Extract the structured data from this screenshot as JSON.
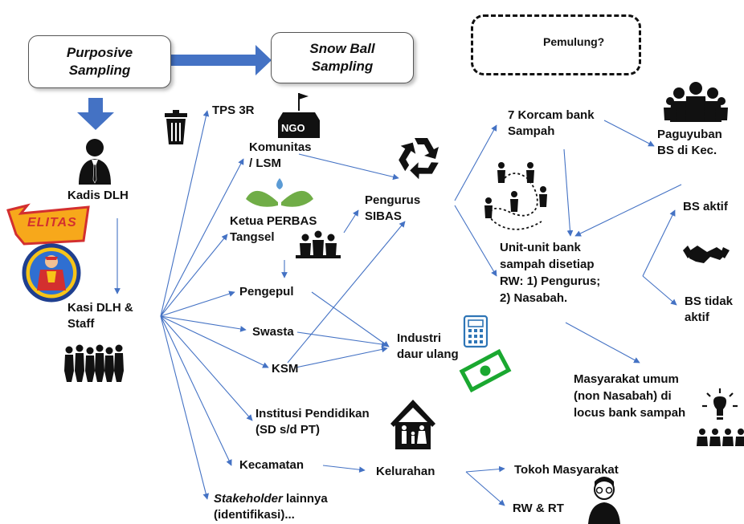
{
  "boxes": {
    "purposive": "Purposive\nSampling",
    "snowball": "Snow Ball\nSampling",
    "pemulung": "Pemulung?"
  },
  "nodes": {
    "kadis": "Kadis DLH",
    "kasi": "Kasi DLH &\nStaff",
    "tps3r": "TPS 3R",
    "komunitas": "Komunitas\n/ LSM",
    "ketua": "Ketua PERBAS\nTangsel",
    "pengepul": "Pengepul",
    "swasta": "Swasta",
    "ksm": "KSM",
    "institusi": "Institusi Pendidikan\n(SD s/d PT)",
    "kecamatan": "Kecamatan",
    "stakeholder_italic": "Stakeholder",
    "stakeholder_rest": " lainnya\n(identifikasi)...",
    "pengurus": "Pengurus\nSIBAS",
    "industri": "Industri\ndaur ulang",
    "kelurahan": "Kelurahan",
    "korcam": "7 Korcam bank\nSampah",
    "paguyuban": "Paguyuban\nBS di Kec.",
    "unit": "Unit-unit bank\nsampah disetiap\nRW: 1) Pengurus;\n2) Nasabah.",
    "bs_aktif": "BS aktif",
    "bs_tidak": "BS tidak\naktif",
    "masyarakat": "Masyarakat umum\n(non Nasabah) di\nlocus bank sampah",
    "tokoh": "Tokoh Masyarakat",
    "rwrt": "RW & RT"
  },
  "logos": {
    "ngo": "NGO",
    "elitas": "ELITAS"
  },
  "colors": {
    "arrow": "#4472c4",
    "block_arrow": "#4472c4",
    "recycle": "#111111",
    "money": "#1aa830",
    "calculator": "#2e75b6",
    "leaf": "#70ad47",
    "water": "#5b9bd5"
  },
  "icons": [
    "trash-can-icon",
    "person-trash-icon",
    "ngo-building-icon",
    "leaf-drop-icon",
    "meeting-icon",
    "recycle-icon",
    "network-people-icon",
    "crowd-icon",
    "handshake-icon",
    "calculator-icon",
    "money-icon",
    "lightbulb-audience-icon",
    "family-house-icon",
    "glasses-man-icon",
    "businessman-icon",
    "team-icon",
    "elitas-logo",
    "superhero-logo"
  ]
}
